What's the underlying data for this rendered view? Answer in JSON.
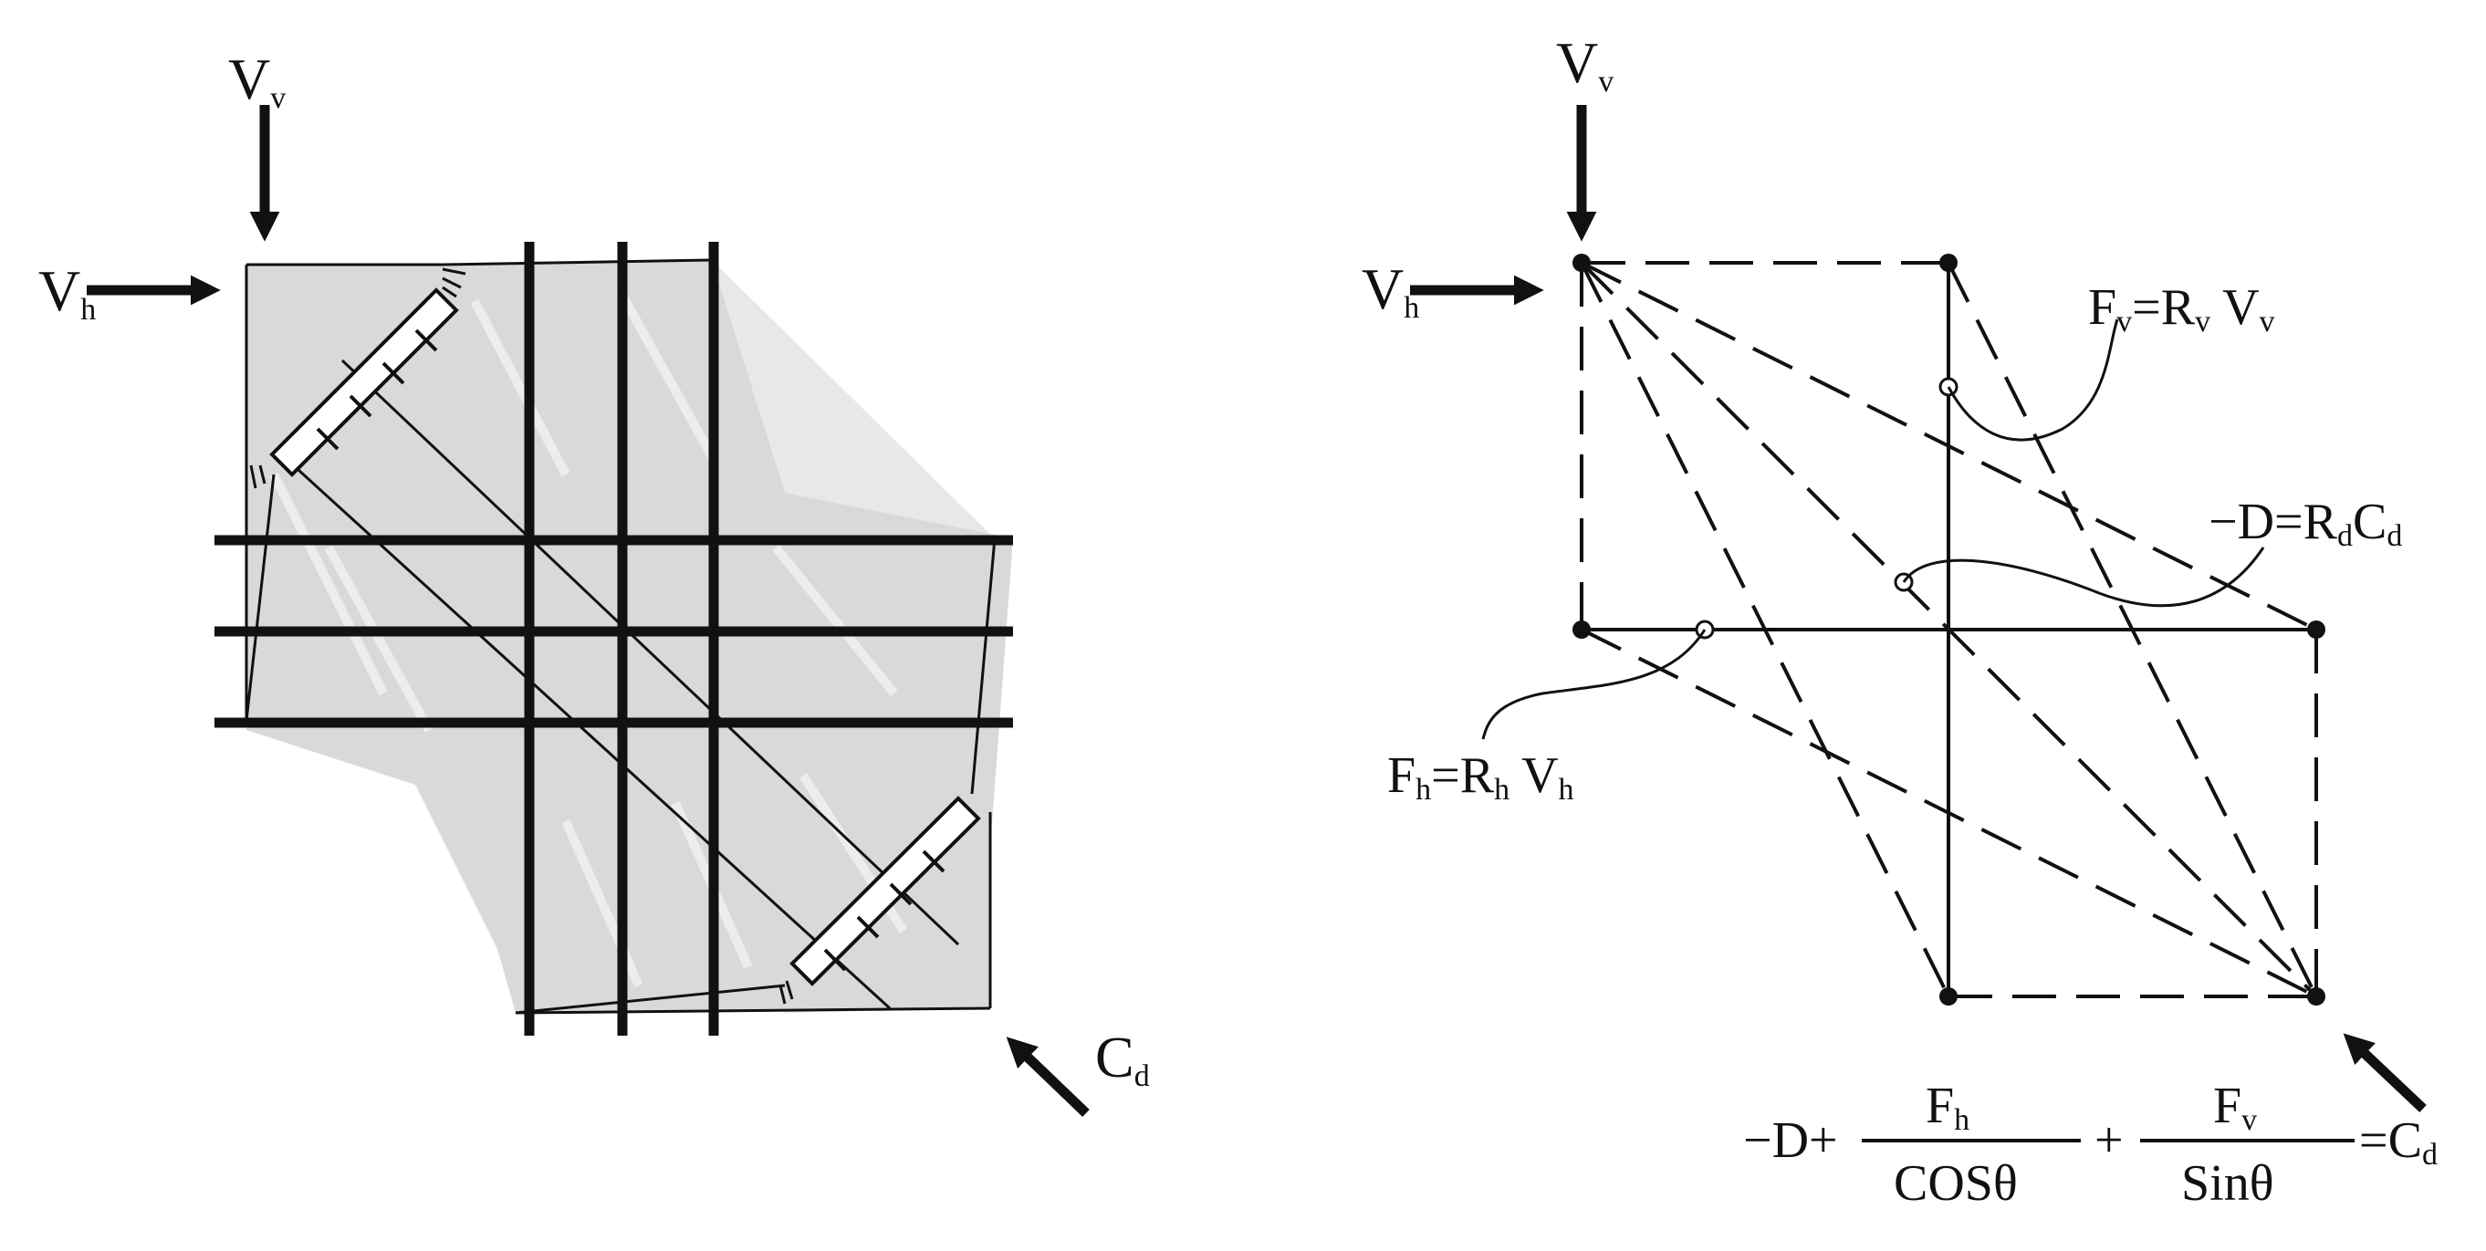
{
  "left_panel": {
    "v_vertical": {
      "main": "V",
      "sub": "v"
    },
    "v_horizontal": {
      "main": "V",
      "sub": "h"
    },
    "c_diagonal": {
      "main": "C",
      "sub": "d"
    }
  },
  "right_panel": {
    "v_vertical": {
      "main": "V",
      "sub": "v"
    },
    "v_horizontal": {
      "main": "V",
      "sub": "h"
    },
    "fv_eq": {
      "f": "F",
      "fsub": "v",
      "eq": "=R",
      "rsub": "v",
      "v": " V",
      "vsub": "v"
    },
    "d_eq": {
      "pre": "−D=R",
      "rsub": "d",
      "c": "C",
      "csub": "d"
    },
    "fh_eq": {
      "f": "F",
      "fsub": "h",
      "eq": "=R",
      "rsub": "h",
      "v": " V",
      "vsub": "h"
    },
    "equation": {
      "lead": "−D+",
      "num1": "F",
      "num1_sub": "h",
      "den1": "COSθ",
      "plus": "+",
      "num2": "F",
      "num2_sub": "v",
      "den2": "Sinθ",
      "tail": "=C",
      "tail_sub": "d"
    }
  },
  "colors": {
    "shade": "#d9d9d9",
    "ink": "#111111"
  }
}
